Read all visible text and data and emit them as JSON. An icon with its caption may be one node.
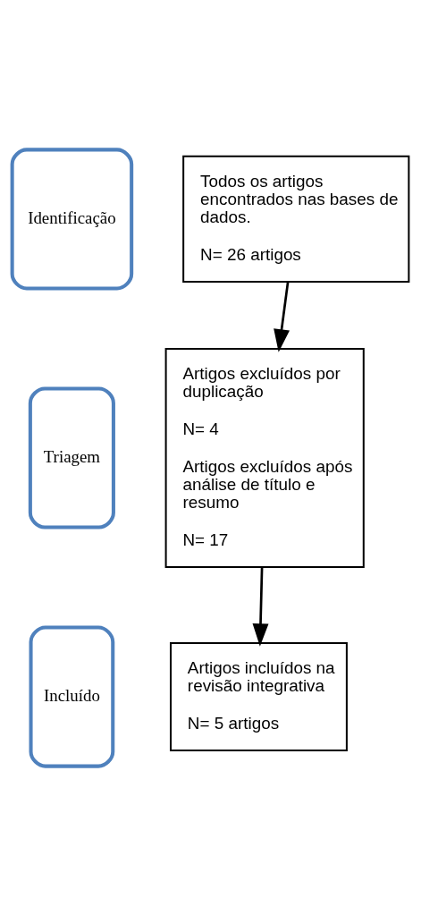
{
  "diagram": {
    "nodes": [
      {
        "text": [
          "Identificação"
        ]
      },
      {
        "text": [
          "Todos os artigos encontrados nas bases de dados.",
          "N= 26 artigos"
        ]
      },
      {
        "text": [
          "Triagem"
        ]
      },
      {
        "text": [
          "Artigos excluídos por duplicação",
          "N= 4",
          "Artigos excluídos após análise de título e resumo",
          "N= 17"
        ]
      },
      {
        "text": [
          "Incluído"
        ]
      },
      {
        "text": [
          "Artigos incluídos na revisão integrativa",
          "N= 5 artigos"
        ]
      }
    ],
    "edges": [
      {
        "from": 1,
        "to": 3,
        "arrow": "to"
      },
      {
        "from": 3,
        "to": 5,
        "arrow": "to"
      }
    ]
  }
}
